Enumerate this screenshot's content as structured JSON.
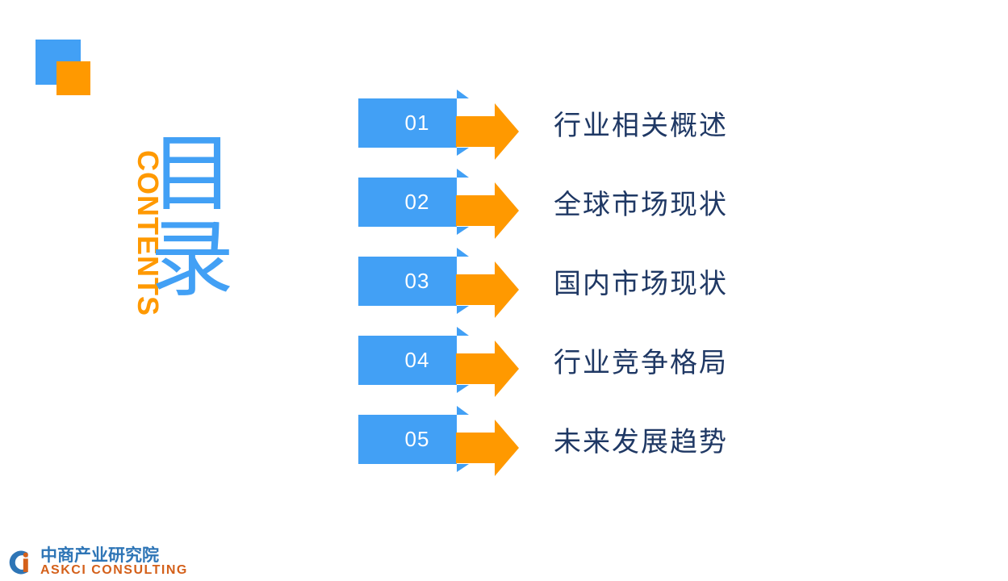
{
  "slide": {
    "background_color": "#FFFFFF",
    "accent_blue": "#42A0F5",
    "accent_orange": "#FF9900",
    "label_text_color": "#1F3864"
  },
  "decoration": {
    "blue_square": "blue-square-shape",
    "orange_square": "orange-square-shape"
  },
  "title": {
    "chinese": "目录",
    "chinese_char_1": "目",
    "chinese_char_2": "录",
    "english": "CONTENTS"
  },
  "contents": {
    "items": [
      {
        "number": "01",
        "label": "行业相关概述",
        "arrow_icon": "right-arrow-icon"
      },
      {
        "number": "02",
        "label": "全球市场现状",
        "arrow_icon": "right-arrow-icon"
      },
      {
        "number": "03",
        "label": "国内市场现状",
        "arrow_icon": "right-arrow-icon"
      },
      {
        "number": "04",
        "label": "行业竞争格局",
        "arrow_icon": "right-arrow-icon"
      },
      {
        "number": "05",
        "label": "未来发展趋势",
        "arrow_icon": "right-arrow-icon"
      }
    ]
  },
  "footer": {
    "logo_icon": "askci-circle-logo-icon",
    "company_cn": "中商产业研究院",
    "company_en": "ASKCI CONSULTING"
  }
}
